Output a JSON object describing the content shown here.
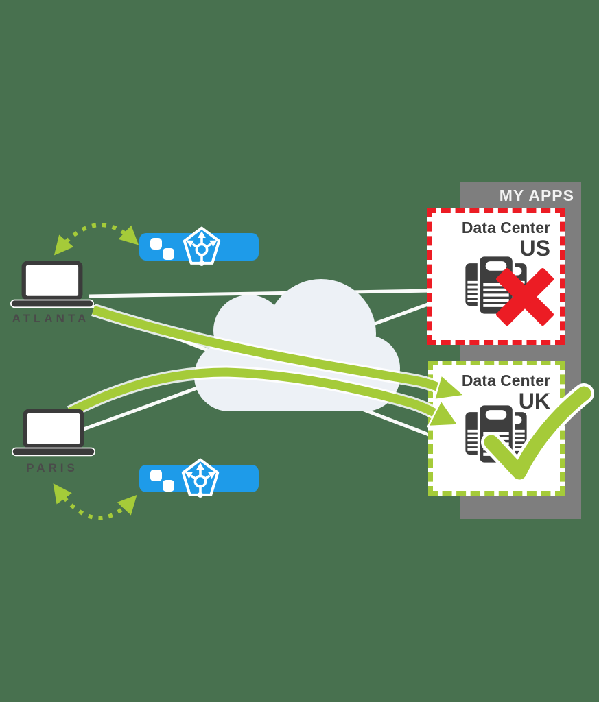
{
  "panel": {
    "title": "MY APPS",
    "background": "#7e7e7e"
  },
  "clients": [
    {
      "label": "ATLANTA",
      "icon": "laptop-icon"
    },
    {
      "label": "PARIS",
      "icon": "laptop-icon"
    }
  ],
  "traffic_managers": [
    {
      "icon": "traffic-manager-icon",
      "secondary_icon": "app-blocks-icon",
      "color": "#1e9be9"
    },
    {
      "icon": "traffic-manager-icon",
      "secondary_icon": "app-blocks-icon",
      "color": "#1e9be9"
    }
  ],
  "datacenters": [
    {
      "name": "Data Center",
      "region": "US",
      "status_icon": "x-mark-icon",
      "status_color": "#ec1c24",
      "border_color": "#ec1c24"
    },
    {
      "name": "Data Center",
      "region": "UK",
      "status_icon": "check-mark-icon",
      "status_color": "#a5cb39",
      "border_color": "#a5cb39"
    }
  ],
  "network": {
    "icon": "cloud-icon",
    "cloud_color": "#edf1f6",
    "inactive_route_color": "#ffffff",
    "active_route_color": "#a5cb39"
  },
  "colors": {
    "background": "#48714f",
    "card_background": "#ffffff",
    "dark": "#3e3e3e",
    "label_text": "#4a4a4a",
    "panel_title_text": "#f2f2f2"
  }
}
